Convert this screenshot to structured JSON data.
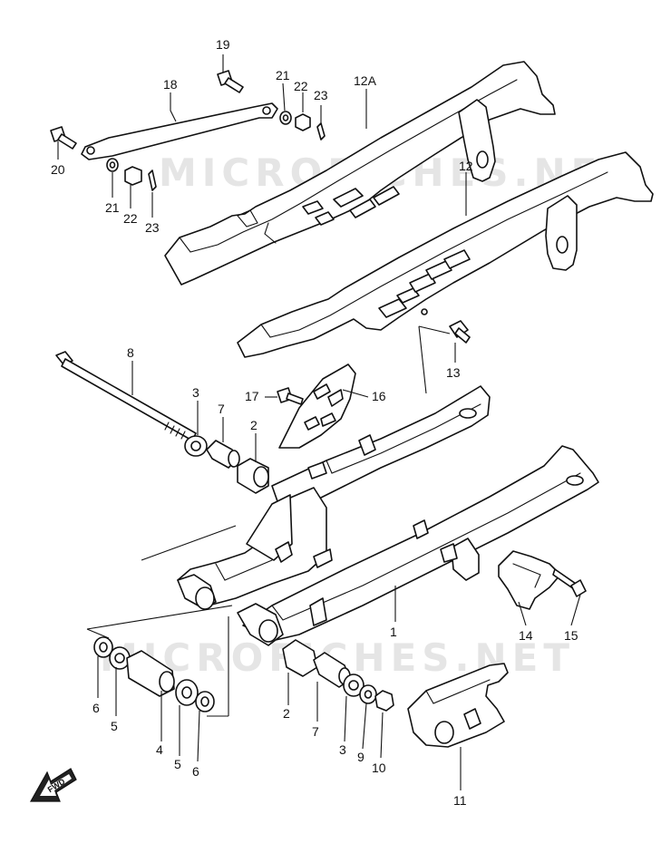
{
  "watermark": {
    "text": "MICROFICHES.NET",
    "color": "#cfcfcf"
  },
  "direction_marker": {
    "label": "FWD",
    "icon": "forward-arrow-icon"
  },
  "callouts": {
    "c1": "1",
    "c2a": "2",
    "c2b": "2",
    "c3a": "3",
    "c3b": "3",
    "c4": "4",
    "c5a": "5",
    "c5b": "5",
    "c6a": "6",
    "c6b": "6",
    "c7a": "7",
    "c7b": "7",
    "c8": "8",
    "c9": "9",
    "c10": "10",
    "c11": "11",
    "c12": "12",
    "c12a": "12A",
    "c13": "13",
    "c14": "14",
    "c15": "15",
    "c16": "16",
    "c17": "17",
    "c18": "18",
    "c19": "19",
    "c20": "20",
    "c21a": "21",
    "c21b": "21",
    "c22a": "22",
    "c22b": "22",
    "c23a": "23",
    "c23b": "23"
  }
}
